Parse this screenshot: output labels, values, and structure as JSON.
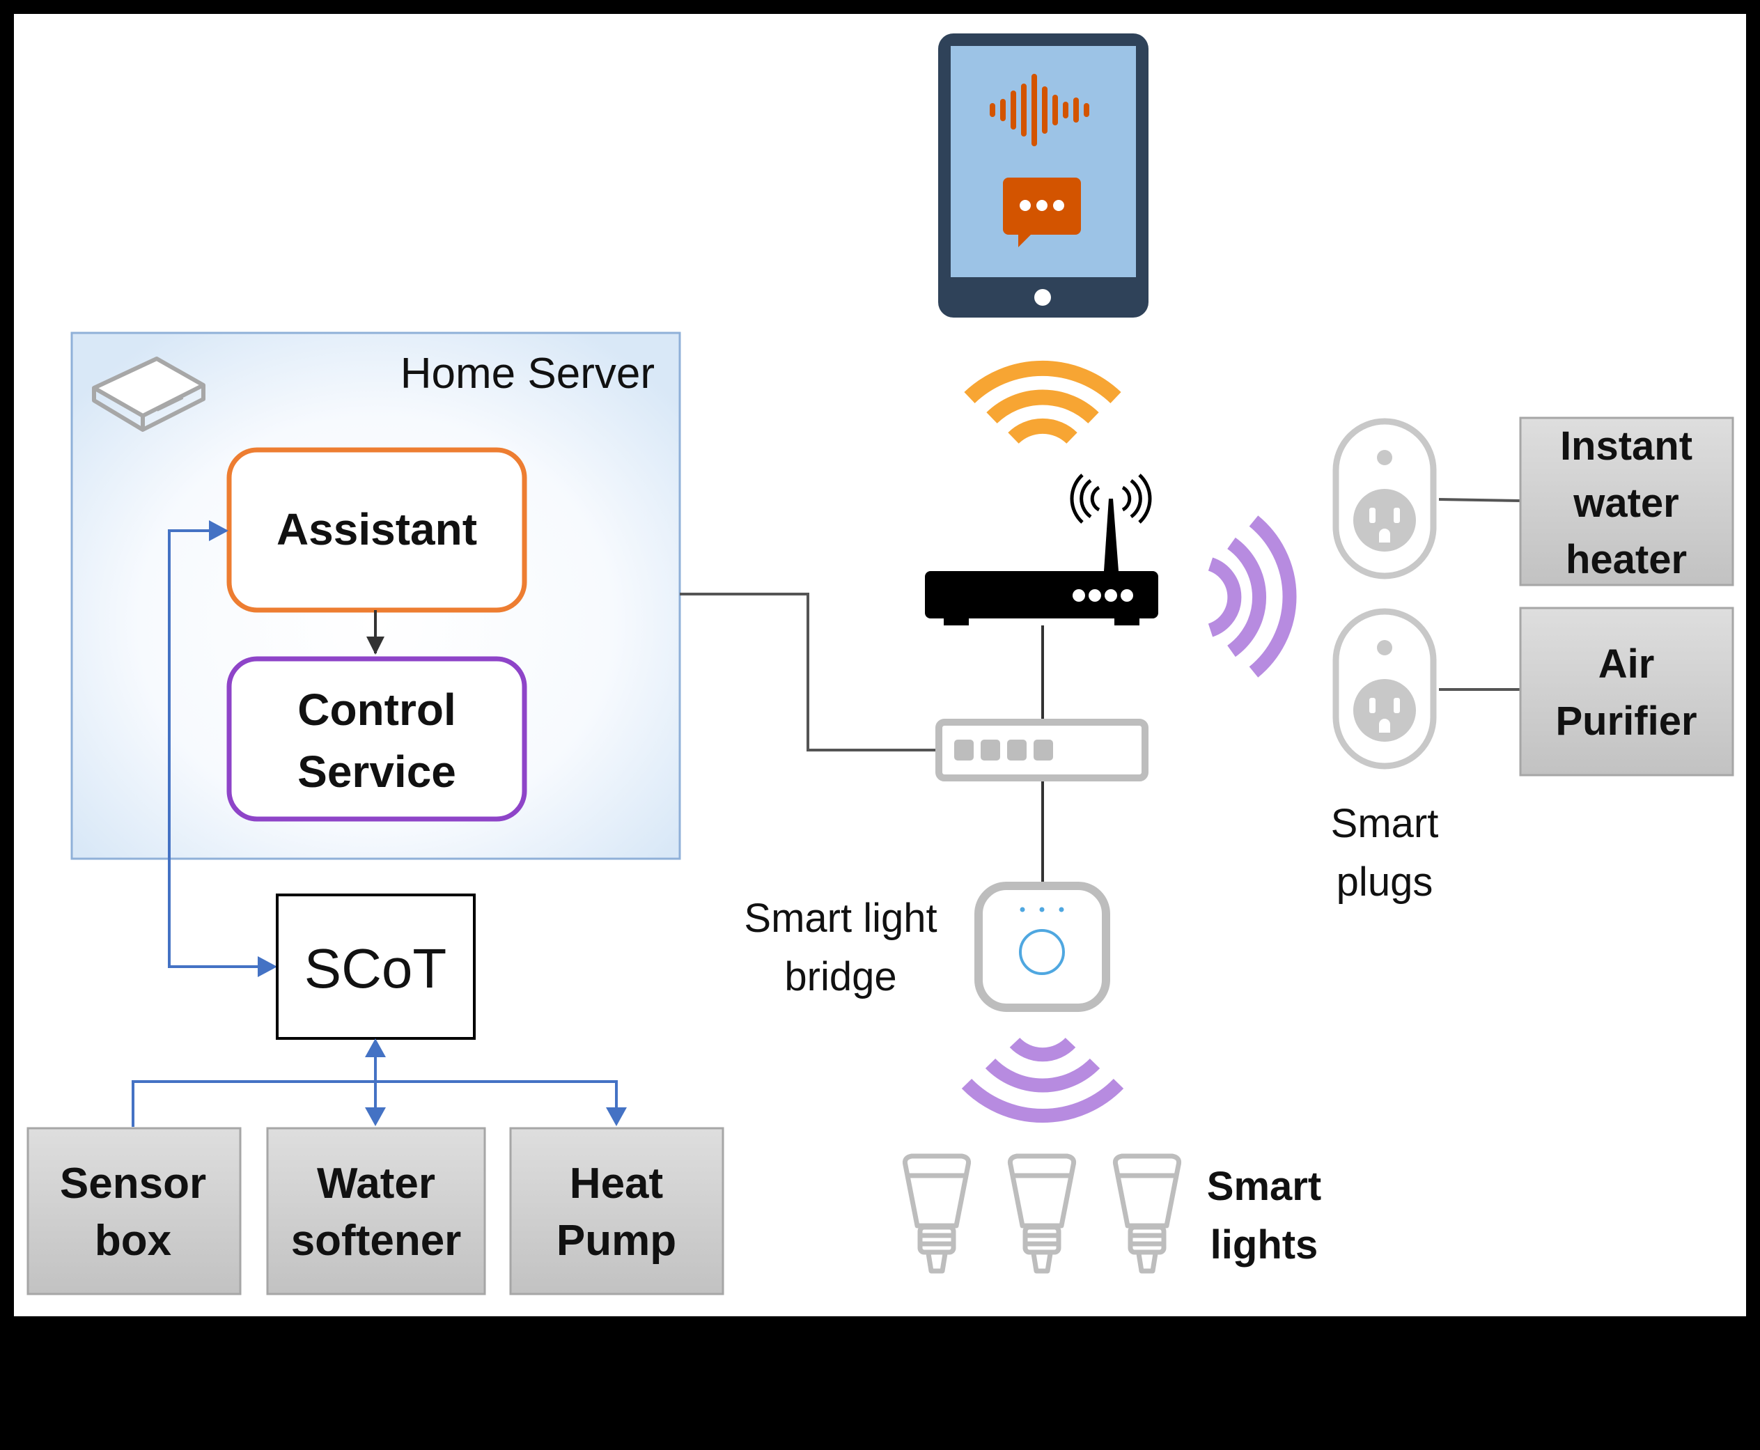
{
  "home_server": {
    "label": "Home Server"
  },
  "assistant": {
    "label": "Assistant"
  },
  "control_service": {
    "line1": "Control",
    "line2": "Service"
  },
  "scot": {
    "label": "SCoT"
  },
  "devices": [
    {
      "line1": "Sensor",
      "line2": "box"
    },
    {
      "line1": "Water",
      "line2": "softener"
    },
    {
      "line1": "Heat",
      "line2": "Pump"
    }
  ],
  "smart_light_bridge": {
    "line1": "Smart light",
    "line2": "bridge"
  },
  "smart_lights": {
    "line1": "Smart",
    "line2": "lights"
  },
  "smart_plugs": {
    "line1": "Smart",
    "line2": "plugs"
  },
  "appliances": [
    {
      "line1": "Instant",
      "line2": "water",
      "line3": "heater"
    },
    {
      "line1": "Air",
      "line2": "Purifier"
    }
  ],
  "colors": {
    "assistant_border": "#ED7D31",
    "control_border": "#8E44C8",
    "link_blue": "#4472C4",
    "wifi_orange": "#F7A533",
    "wireless_purple": "#B78BE0",
    "tablet_body": "#2F4259",
    "tablet_screen": "#9CC3E6",
    "voice_orange": "#D35400",
    "device_gray": "#CFCFCF"
  },
  "icons": [
    "server-icon",
    "tablet-icon",
    "voice-waveform-icon",
    "chat-bubble-icon",
    "wifi-icon",
    "router-icon",
    "network-switch-icon",
    "bridge-icon",
    "light-bulb-icon",
    "smart-plug-icon"
  ]
}
